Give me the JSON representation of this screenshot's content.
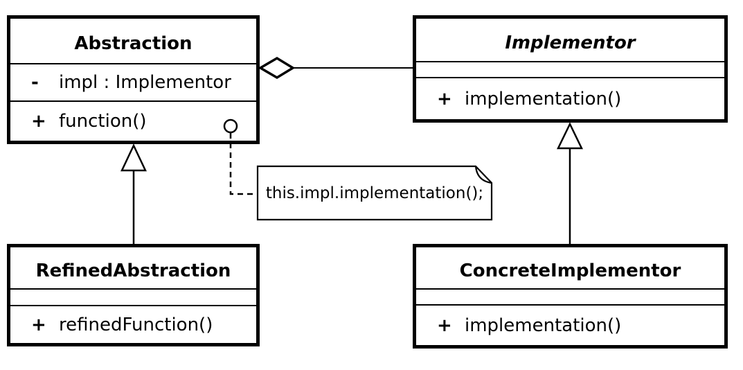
{
  "classes": {
    "abstraction": {
      "name": "Abstraction",
      "abstract": false,
      "attributes": [
        {
          "visibility": "-",
          "text": "impl : Implementor"
        }
      ],
      "methods": [
        {
          "visibility": "+",
          "text": "function()"
        }
      ]
    },
    "implementor": {
      "name": "Implementor",
      "abstract": true,
      "attributes": [],
      "methods": [
        {
          "visibility": "+",
          "text": "implementation()"
        }
      ]
    },
    "refinedAbstraction": {
      "name": "RefinedAbstraction",
      "abstract": false,
      "attributes": [],
      "methods": [
        {
          "visibility": "+",
          "text": "refinedFunction()"
        }
      ]
    },
    "concreteImplementor": {
      "name": "ConcreteImplementor",
      "abstract": false,
      "attributes": [],
      "methods": [
        {
          "visibility": "+",
          "text": "implementation()"
        }
      ]
    }
  },
  "note": {
    "text": "this.impl.implementation();"
  },
  "relationships": [
    {
      "type": "aggregation",
      "from": "Abstraction",
      "to": "Implementor",
      "diamond_at": "Abstraction"
    },
    {
      "type": "generalization",
      "from": "RefinedAbstraction",
      "to": "Abstraction"
    },
    {
      "type": "generalization",
      "from": "ConcreteImplementor",
      "to": "Implementor"
    },
    {
      "type": "note-attachment",
      "from": "note",
      "to": "Abstraction.function()",
      "style": "dashed-line-with-circle"
    }
  ],
  "colors": {
    "background": "#ffffff",
    "stroke": "#000000",
    "fill": "#ffffff"
  }
}
